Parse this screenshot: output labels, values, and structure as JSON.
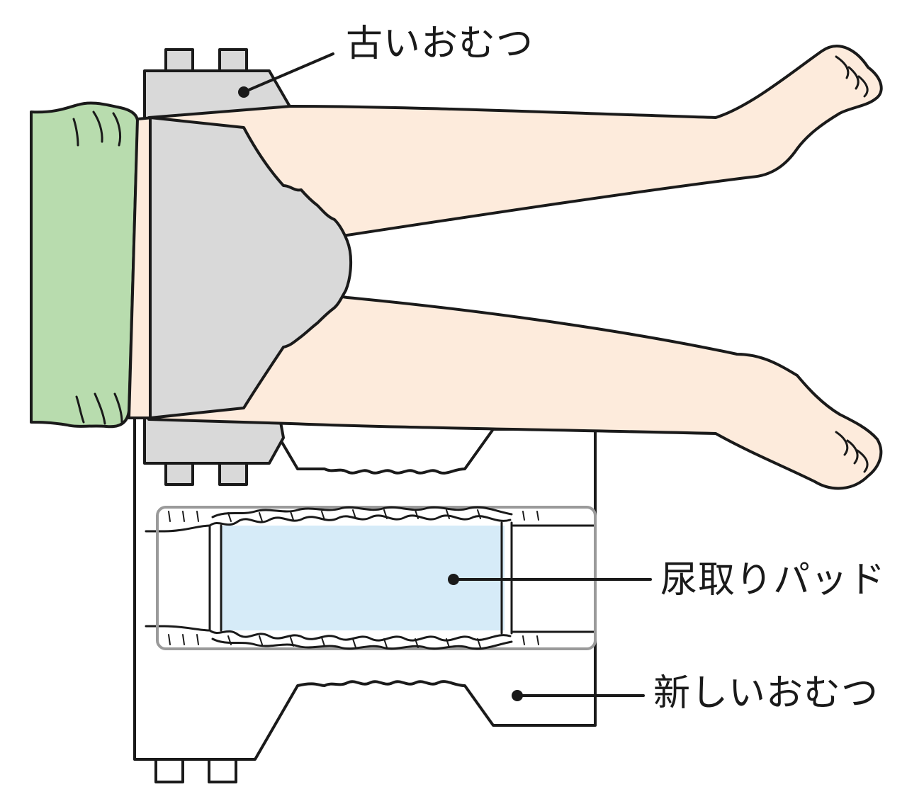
{
  "labels": {
    "old_diaper": "古いおむつ",
    "urine_pad": "尿取りパッド",
    "new_diaper": "新しいおむつ"
  },
  "colors": {
    "outline": "#1a1a1a",
    "shirt": "#b8dcae",
    "skin": "#fdebdc",
    "old_diaper": "#d9d9d9",
    "new_diaper": "#ffffff",
    "urine_pad": "#d6ebf8",
    "pad_border": "#9a9a9a"
  }
}
